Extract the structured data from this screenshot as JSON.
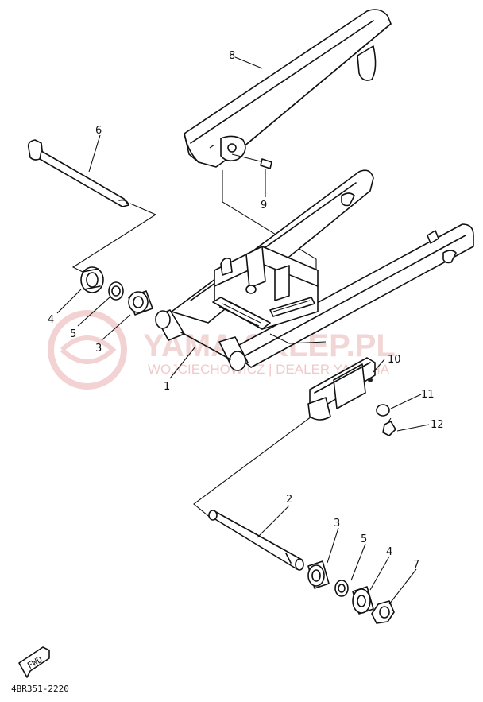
{
  "watermark": {
    "brand": "YAMA-SKLEP.PL",
    "tagline": "WOJCIECHOWICZ | DEALER YAMAHA",
    "color": "#e07a7a"
  },
  "diagram": {
    "drawing_code": "4BR351-2220",
    "fwd_label": "FWD",
    "callouts": {
      "p1": "1",
      "p2": "2",
      "p3a": "3",
      "p3b": "3",
      "p4a": "4",
      "p4b": "4",
      "p5a": "5",
      "p5b": "5",
      "p6": "6",
      "p7": "7",
      "p8": "8",
      "p9": "9",
      "p10": "10",
      "p11": "11",
      "p12": "12"
    }
  }
}
